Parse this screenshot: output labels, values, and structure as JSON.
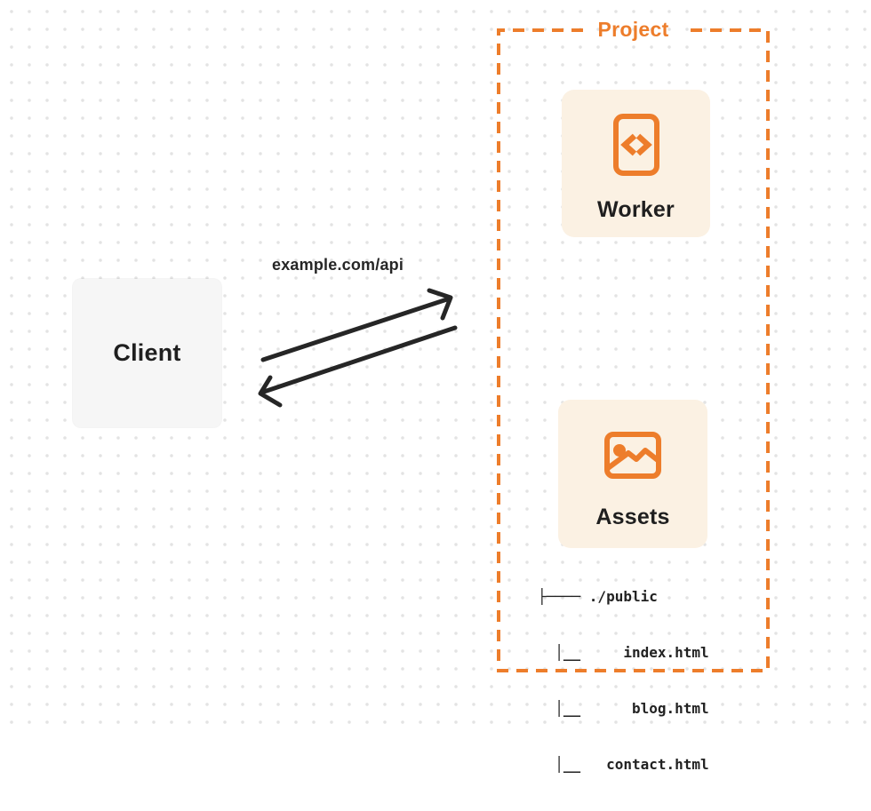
{
  "client": {
    "label": "Client"
  },
  "request": {
    "url_label": "example.com/api"
  },
  "project": {
    "title": "Project",
    "worker": {
      "label": "Worker",
      "icon": "code-file-icon"
    },
    "assets": {
      "label": "Assets",
      "icon": "image-icon"
    },
    "file_tree": {
      "lines": [
        "├──── ./public",
        "  │__     index.html",
        "  │__      blog.html",
        "  │__   contact.html"
      ]
    }
  },
  "colors": {
    "accent_orange": "#ED7D2B",
    "card_background": "#FBF1E3",
    "client_background": "#F6F6F6",
    "ink": "#262626",
    "dot_grid": "#E3E3E3"
  }
}
